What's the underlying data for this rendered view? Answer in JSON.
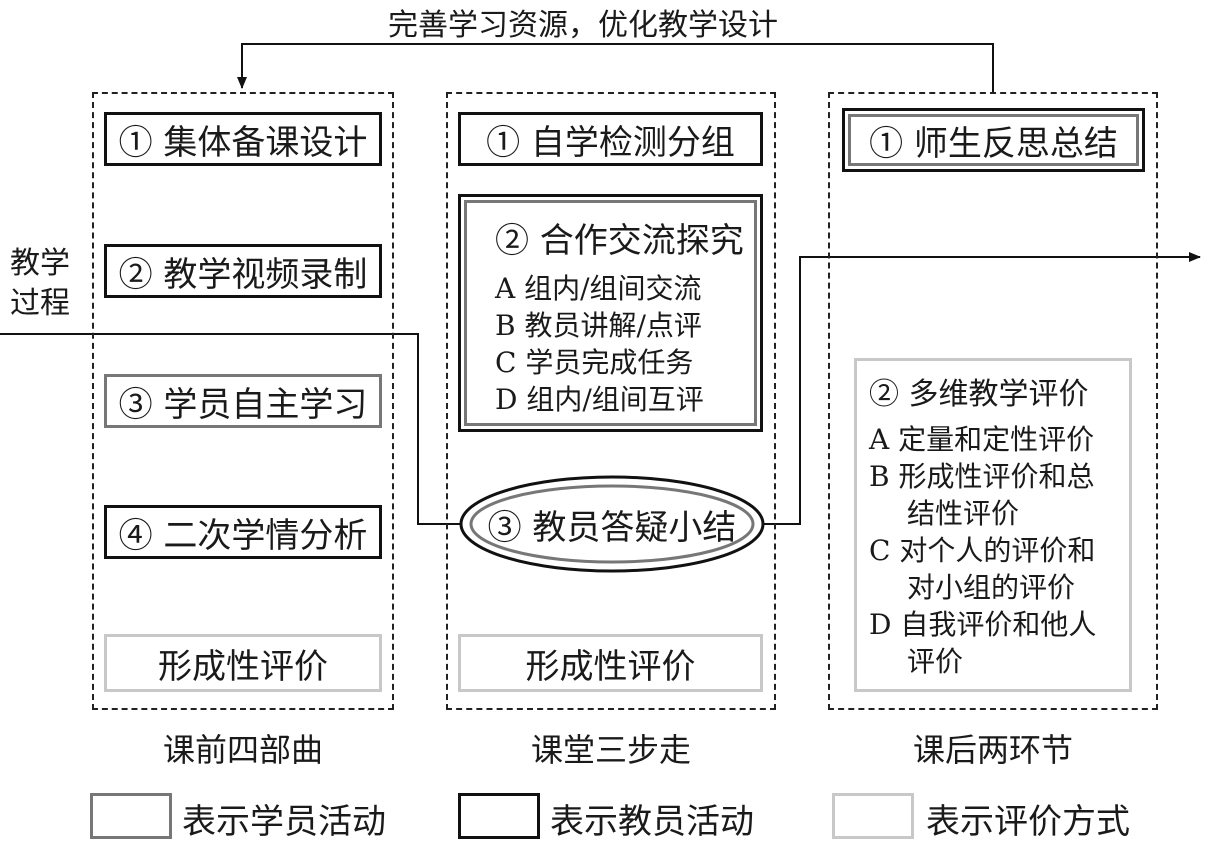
{
  "feedback_label": "完善学习资源，优化教学设计",
  "process_label": [
    "教学",
    "过程"
  ],
  "columns": [
    {
      "caption": "课前四部曲",
      "items": [
        {
          "text": "① 集体备课设计",
          "role": "teacher"
        },
        {
          "text": "② 教学视频录制",
          "role": "teacher"
        },
        {
          "text": "③ 学员自主学习",
          "role": "student"
        },
        {
          "text": "④ 二次学情分析",
          "role": "teacher"
        }
      ],
      "evaluation": "形成性评价"
    },
    {
      "caption": "课堂三步走",
      "step1": "① 自学检测分组",
      "step2": {
        "title": "② 合作交流探究",
        "items": [
          "A 组内/组间交流",
          "B 教员讲解/点评",
          "C 学员完成任务",
          "D 组内/组间互评"
        ]
      },
      "step3": "③ 教员答疑小结",
      "evaluation": "形成性评价"
    },
    {
      "caption": "课后两环节",
      "step1": "① 师生反思总结",
      "step2": {
        "title": "② 多维教学评价",
        "lines": [
          "A 定量和定性评价",
          "B 形成性评价和总",
          "结性评价",
          "C 对个人的评价和",
          "对小组的评价",
          "D 自我评价和他人",
          "评价"
        ]
      }
    }
  ],
  "legend": [
    {
      "label": "表示学员活动",
      "color": "#777777"
    },
    {
      "label": "表示教员活动",
      "color": "#111111"
    },
    {
      "label": "表示评价方式",
      "color": "#c8c8c8"
    }
  ]
}
